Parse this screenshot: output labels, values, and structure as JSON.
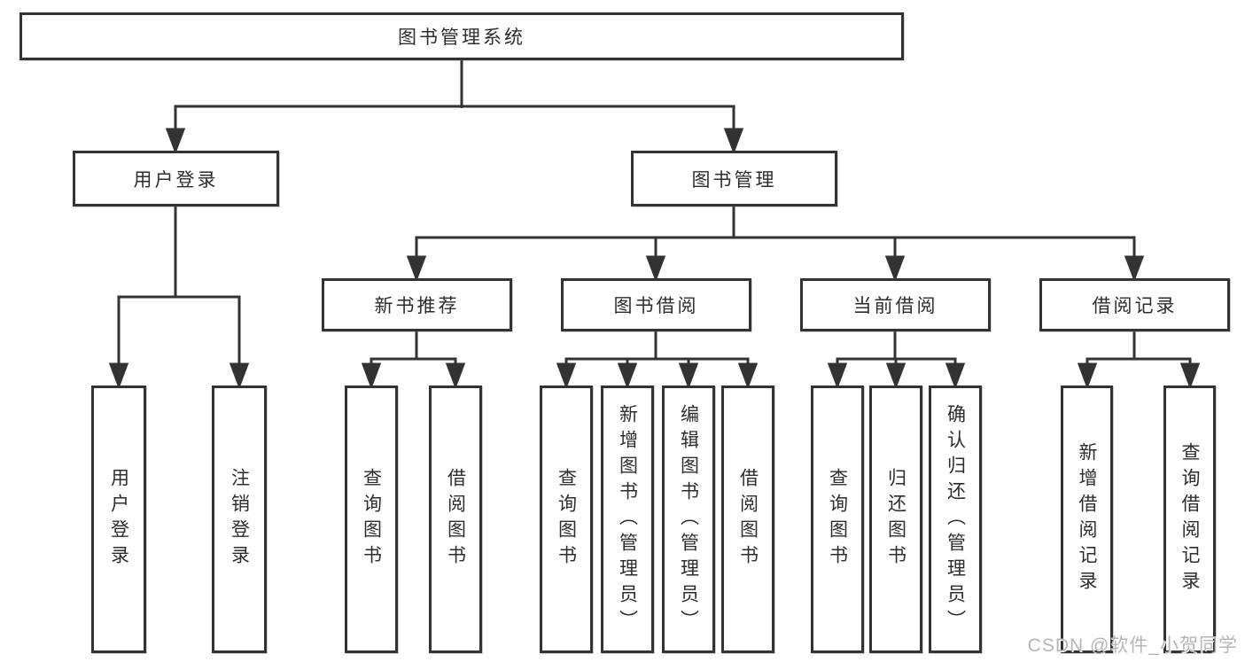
{
  "diagram": {
    "root": {
      "label": "图书管理系统"
    },
    "level2": {
      "user_login": {
        "label": "用户登录"
      },
      "book_mgmt": {
        "label": "图书管理"
      }
    },
    "level3": {
      "new_book_rec": {
        "label": "新书推荐"
      },
      "book_borrow": {
        "label": "图书借阅"
      },
      "current_borrow": {
        "label": "当前借阅"
      },
      "borrow_records": {
        "label": "借阅记录"
      }
    },
    "leaves": {
      "user_login_leaf": {
        "label": "用户登录"
      },
      "logout": {
        "label": "注销登录"
      },
      "rec_query_book": {
        "label": "查询图书"
      },
      "rec_borrow_book": {
        "label": "借阅图书"
      },
      "borrow_query_book": {
        "label": "查询图书"
      },
      "borrow_add_book": {
        "label": "新增图书（管理员）"
      },
      "borrow_edit_book": {
        "label": "编辑图书（管理员）"
      },
      "borrow_borrow_book": {
        "label": "借阅图书"
      },
      "current_query_book": {
        "label": "查询图书"
      },
      "current_return_book": {
        "label": "归还图书"
      },
      "current_confirm_return": {
        "label": "确认归还（管理员）"
      },
      "records_add_record": {
        "label": "新增借阅记录"
      },
      "records_query_record": {
        "label": "查询借阅记录"
      }
    }
  },
  "watermark": {
    "text": "CSDN @软件_小贺同学"
  },
  "colors": {
    "line": "#333333",
    "box_border": "#333333",
    "box_background": "#ffffff",
    "text": "#2d2d2d",
    "watermark": "#b6b6b6"
  }
}
